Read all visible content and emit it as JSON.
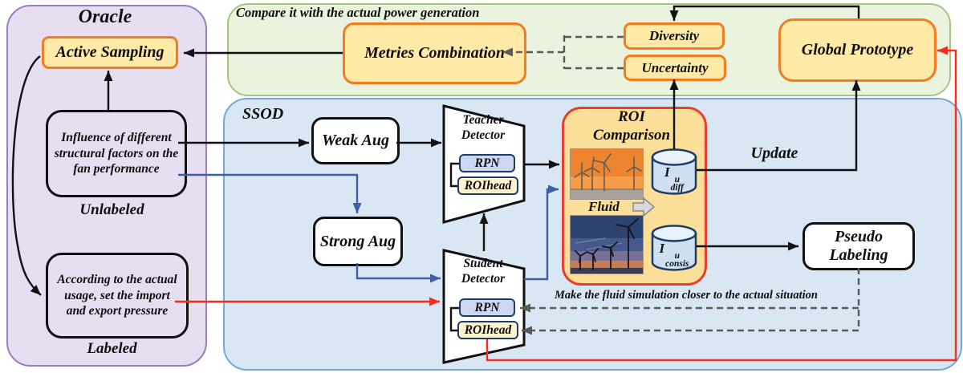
{
  "colors": {
    "purple_panel_fill": "#e7def2",
    "purple_panel_border": "#9c7cc0",
    "green_panel_fill": "#eaf3de",
    "green_panel_border": "#a6c583",
    "blue_panel_fill": "#d9e7f4",
    "blue_panel_border": "#79a6d2",
    "highlight_fill": "#ffe9a6",
    "highlight_border": "#f47c20",
    "roi_fill": "#fbdf98",
    "roi_border": "#e8402c",
    "module_border": "#1e3c68",
    "rpn_fill": "#cdd7f1",
    "roihead_fill": "#fdf3cf",
    "line_black": "#111111",
    "line_blue": "#3d5fa5",
    "line_red": "#f92c1b",
    "line_dashed": "#5a5a5a"
  },
  "oracle": {
    "title": "Oracle",
    "active_sampling": "Active Sampling",
    "unlabeled_text": "Influence of different structural factors on the fan performance",
    "unlabeled_caption": "Unlabeled",
    "labeled_text": "According to the actual usage, set the import and export pressure",
    "labeled_caption": "Labeled"
  },
  "metrics": {
    "caption": "Compare it with the actual power generation",
    "combination": "Metries Combination",
    "diversity": "Diversity",
    "uncertainty": "Uncertainty",
    "global_prototype": "Global Prototype"
  },
  "ssod": {
    "title": "SSOD",
    "weak_aug": "Weak Aug",
    "strong_aug": "Strong Aug",
    "teacher_title": "Teacher Detector",
    "student_title": "Student Detector",
    "rpn": "RPN",
    "roihead": "ROIhead",
    "roi_title": "ROI Comparison",
    "fluid": "Fluid",
    "diff_store": {
      "base": "I",
      "sup": "u",
      "sub": "diff"
    },
    "consis_store": {
      "base": "I",
      "sup": "u",
      "sub": "consis"
    },
    "update": "Update",
    "pseudo_labeling": "Pseudo Labeling",
    "note": "Make the fluid simulation closer to the actual situation"
  }
}
